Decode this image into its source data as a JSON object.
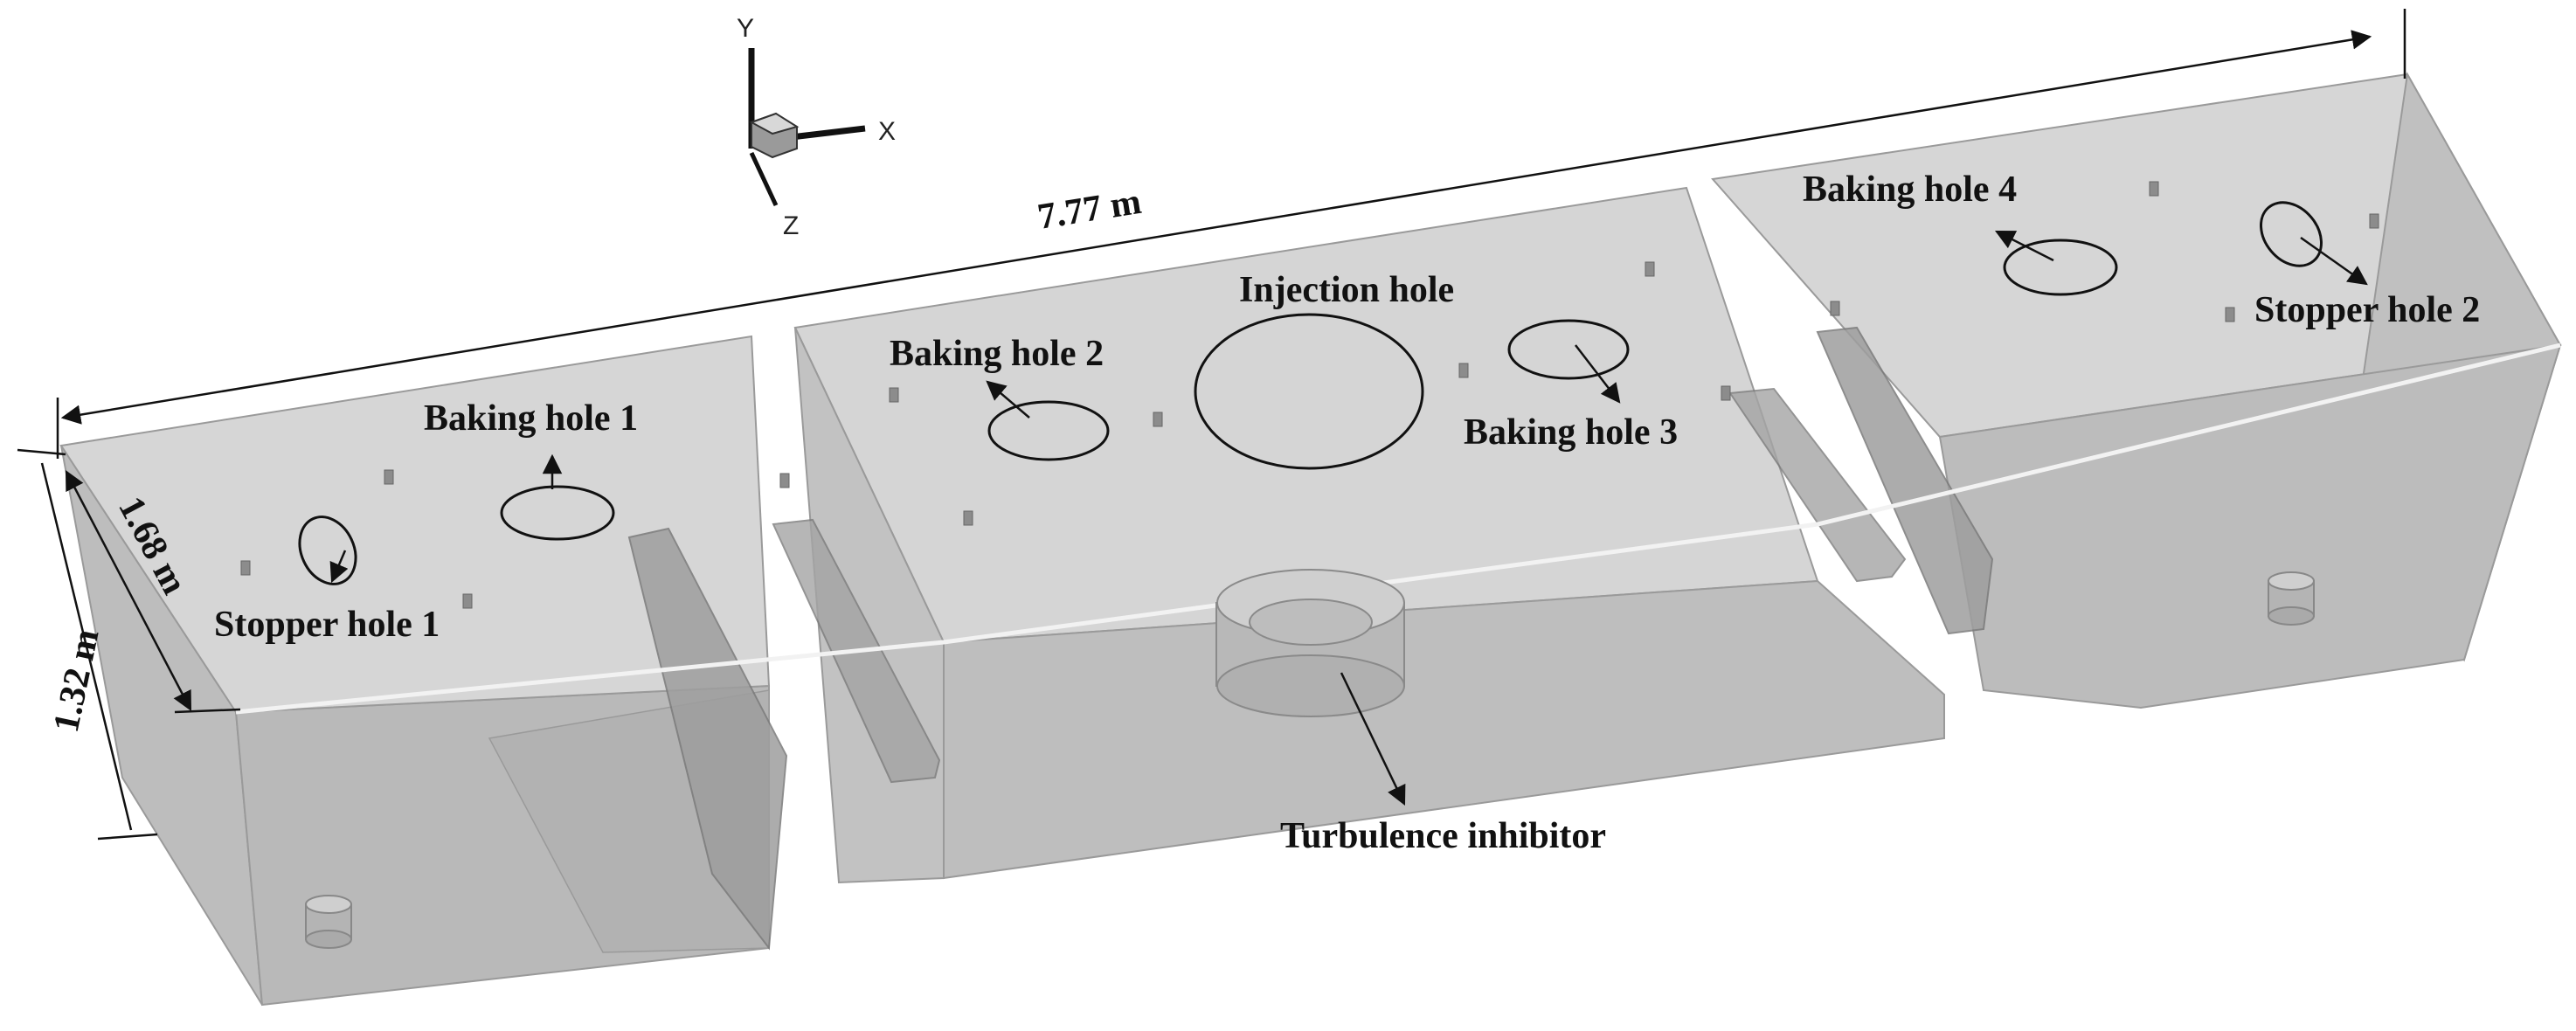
{
  "axes": {
    "y": "Y",
    "x": "X",
    "z": "Z"
  },
  "dimensions": {
    "length": "7.77 m",
    "width": "1.68 m",
    "height": "1.32 m"
  },
  "labels": {
    "baking_hole_1": "Baking hole 1",
    "baking_hole_2": "Baking hole 2",
    "baking_hole_3": "Baking hole 3",
    "baking_hole_4": "Baking hole 4",
    "injection_hole": "Injection hole",
    "stopper_hole_1": "Stopper hole 1",
    "stopper_hole_2": "Stopper hole 2",
    "turbulence_inhibitor": "Turbulence inhibitor"
  },
  "colors": {
    "body": "#c4c4c4",
    "body_dark": "#a9a9a9",
    "top": "#d7d7d7",
    "edge": "#8a8a8a",
    "line": "#111111"
  }
}
